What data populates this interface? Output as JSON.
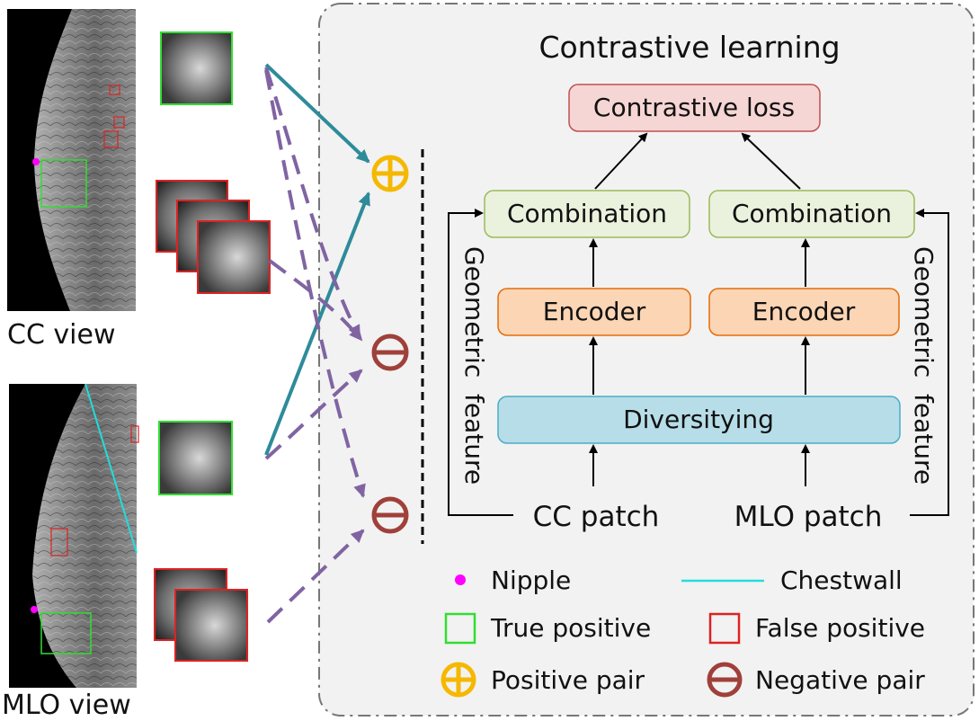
{
  "left": {
    "cc_label": "CC view",
    "mlo_label": "MLO view"
  },
  "panel": {
    "title": "Contrastive learning",
    "loss": "Contrastive loss",
    "combination_left": "Combination",
    "combination_right": "Combination",
    "encoder_left": "Encoder",
    "encoder_right": "Encoder",
    "diversifying": "Diversityi​ng",
    "cc_patch": "CC patch",
    "mlo_patch": "MLO patch",
    "geometric_left": "Geometric  feature",
    "geometric_right": "Geometric  feature"
  },
  "legend": {
    "nipple": "Nipple",
    "chestwall": "Chestwall",
    "true_positive": "True positive",
    "false_positive": "False positive",
    "positive_pair": "Positive pair",
    "negative_pair": "Negative pair"
  },
  "colors": {
    "teal_arrow": "#2e8b9a",
    "purple_arrow": "#8064a2",
    "positive": "#f5b800",
    "negative": "#a0403a",
    "tp_box": "#33dd33",
    "fp_box": "#dd2222",
    "nipple": "#ff00ff",
    "chestwall": "#22dddd",
    "loss_fill": "#f6d5d5",
    "loss_stroke": "#c0504d",
    "comb_fill": "#eaf1dd",
    "comb_stroke": "#9bbb59",
    "enc_fill": "#fcd5b4",
    "enc_stroke": "#e46c0a",
    "div_fill": "#b7dee8",
    "div_stroke": "#4bacc6"
  }
}
